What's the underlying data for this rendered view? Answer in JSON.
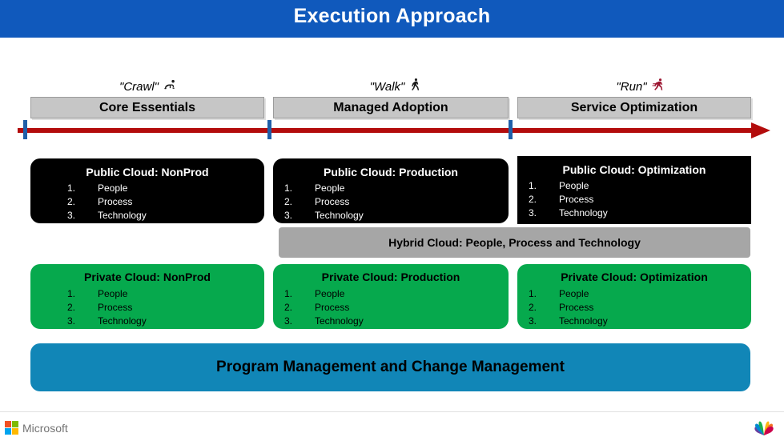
{
  "slide": {
    "title": "Execution Approach",
    "title_bar_color": "#1059bc"
  },
  "timeline": {
    "line_color": "#b30c0c",
    "tick_color": "#1f5fa9",
    "arrow_direction": "right",
    "tick_count": 3
  },
  "stages": [
    {
      "caption": "\"Crawl\"",
      "icon": "crawling-person-icon",
      "header": "Core Essentials"
    },
    {
      "caption": "\"Walk\"",
      "icon": "walking-person-icon",
      "header": "Managed Adoption"
    },
    {
      "caption": "\"Run\"",
      "icon": "running-person-icon",
      "header": "Service Optimization"
    }
  ],
  "public_cloud": {
    "box_color": "#000000",
    "text_color": "#ffffff",
    "cards": [
      {
        "title": "Public Cloud:  NonProd",
        "items": [
          {
            "num": "1.",
            "label": "People"
          },
          {
            "num": "2.",
            "label": "Process"
          },
          {
            "num": "3.",
            "label": "Technology"
          }
        ]
      },
      {
        "title": "Public Cloud:  Production",
        "items": [
          {
            "num": "1.",
            "label": "People"
          },
          {
            "num": "2.",
            "label": "Process"
          },
          {
            "num": "3.",
            "label": "Technology"
          }
        ]
      },
      {
        "title": "Public Cloud:  Optimization",
        "items": [
          {
            "num": "1.",
            "label": "People"
          },
          {
            "num": "2.",
            "label": "Process"
          },
          {
            "num": "3.",
            "label": "Technology"
          }
        ]
      }
    ]
  },
  "hybrid_cloud": {
    "label": "Hybrid Cloud:   People, Process and Technology",
    "bar_color": "#a6a6a6"
  },
  "private_cloud": {
    "box_color": "#06a94d",
    "text_color": "#000000",
    "cards": [
      {
        "title": "Private Cloud:  NonProd",
        "items": [
          {
            "num": "1.",
            "label": "People"
          },
          {
            "num": "2.",
            "label": "Process"
          },
          {
            "num": "3.",
            "label": "Technology"
          }
        ]
      },
      {
        "title": "Private Cloud:  Production",
        "items": [
          {
            "num": "1.",
            "label": "People"
          },
          {
            "num": "2.",
            "label": "Process"
          },
          {
            "num": "3.",
            "label": "Technology"
          }
        ]
      },
      {
        "title": "Private Cloud:  Optimization",
        "items": [
          {
            "num": "1.",
            "label": "People"
          },
          {
            "num": "2.",
            "label": "Process"
          },
          {
            "num": "3.",
            "label": "Technology"
          }
        ]
      }
    ]
  },
  "program_bar": {
    "label": "Program Management and  Change Management",
    "bar_color": "#1186b7"
  },
  "footer": {
    "brand": "Microsoft",
    "brand_logo": "microsoft-squares-icon",
    "right_logo": "peacock-icon"
  }
}
